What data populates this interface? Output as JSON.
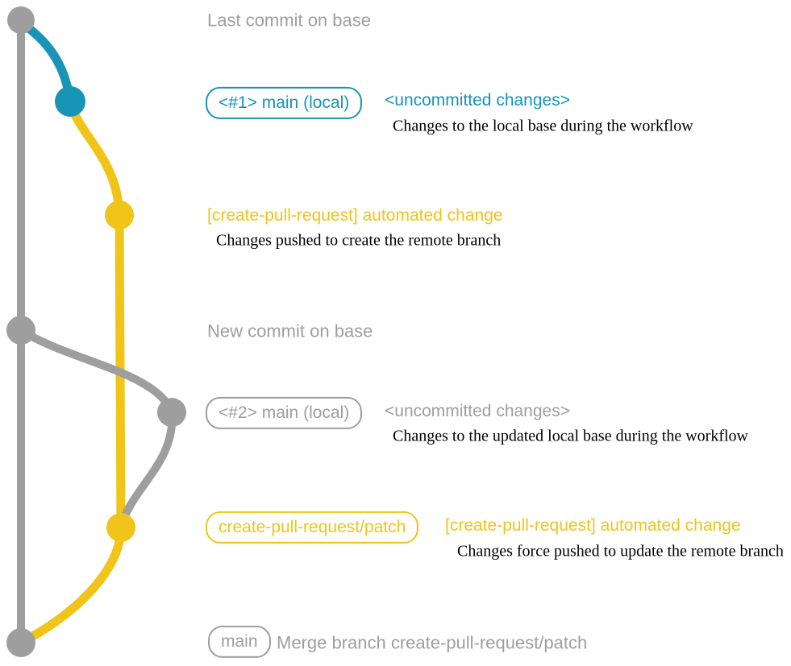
{
  "colors": {
    "gray": "#9e9e9e",
    "blue": "#1794b6",
    "yellow": "#f0c419",
    "description_text": "#000000",
    "background": "#ffffff"
  },
  "graph": {
    "branches": [
      {
        "name": "base",
        "color": "#9e9e9e"
      },
      {
        "name": "main (local)",
        "color": "#1794b6"
      },
      {
        "name": "create-pull-request/patch",
        "color": "#f0c419"
      }
    ],
    "commit_dots": [
      {
        "name": "last-commit-on-base",
        "color": "#9e9e9e"
      },
      {
        "name": "uncommitted-changes-1",
        "color": "#1794b6"
      },
      {
        "name": "automated-change-1",
        "color": "#f0c419"
      },
      {
        "name": "new-commit-on-base",
        "color": "#9e9e9e"
      },
      {
        "name": "uncommitted-changes-2",
        "color": "#9e9e9e"
      },
      {
        "name": "automated-change-2",
        "color": "#f0c419"
      },
      {
        "name": "merge-commit",
        "color": "#9e9e9e"
      }
    ]
  },
  "rows": {
    "r1": {
      "title": "Last commit on base"
    },
    "r2": {
      "box": "<#1> main (local)",
      "title": "<uncommitted changes>",
      "desc": "Changes to the local base during the workflow"
    },
    "r3": {
      "title": "[create-pull-request] automated change",
      "desc": "Changes pushed to create the remote branch"
    },
    "r4": {
      "title": "New commit on base"
    },
    "r5": {
      "box": "<#2> main (local)",
      "title": "<uncommitted changes>",
      "desc": "Changes to the updated local base during the workflow"
    },
    "r6": {
      "box": "create-pull-request/patch",
      "title": "[create-pull-request] automated change",
      "desc": "Changes force pushed to update the remote branch"
    },
    "r7": {
      "box": "main",
      "title": "Merge branch create-pull-request/patch"
    }
  }
}
